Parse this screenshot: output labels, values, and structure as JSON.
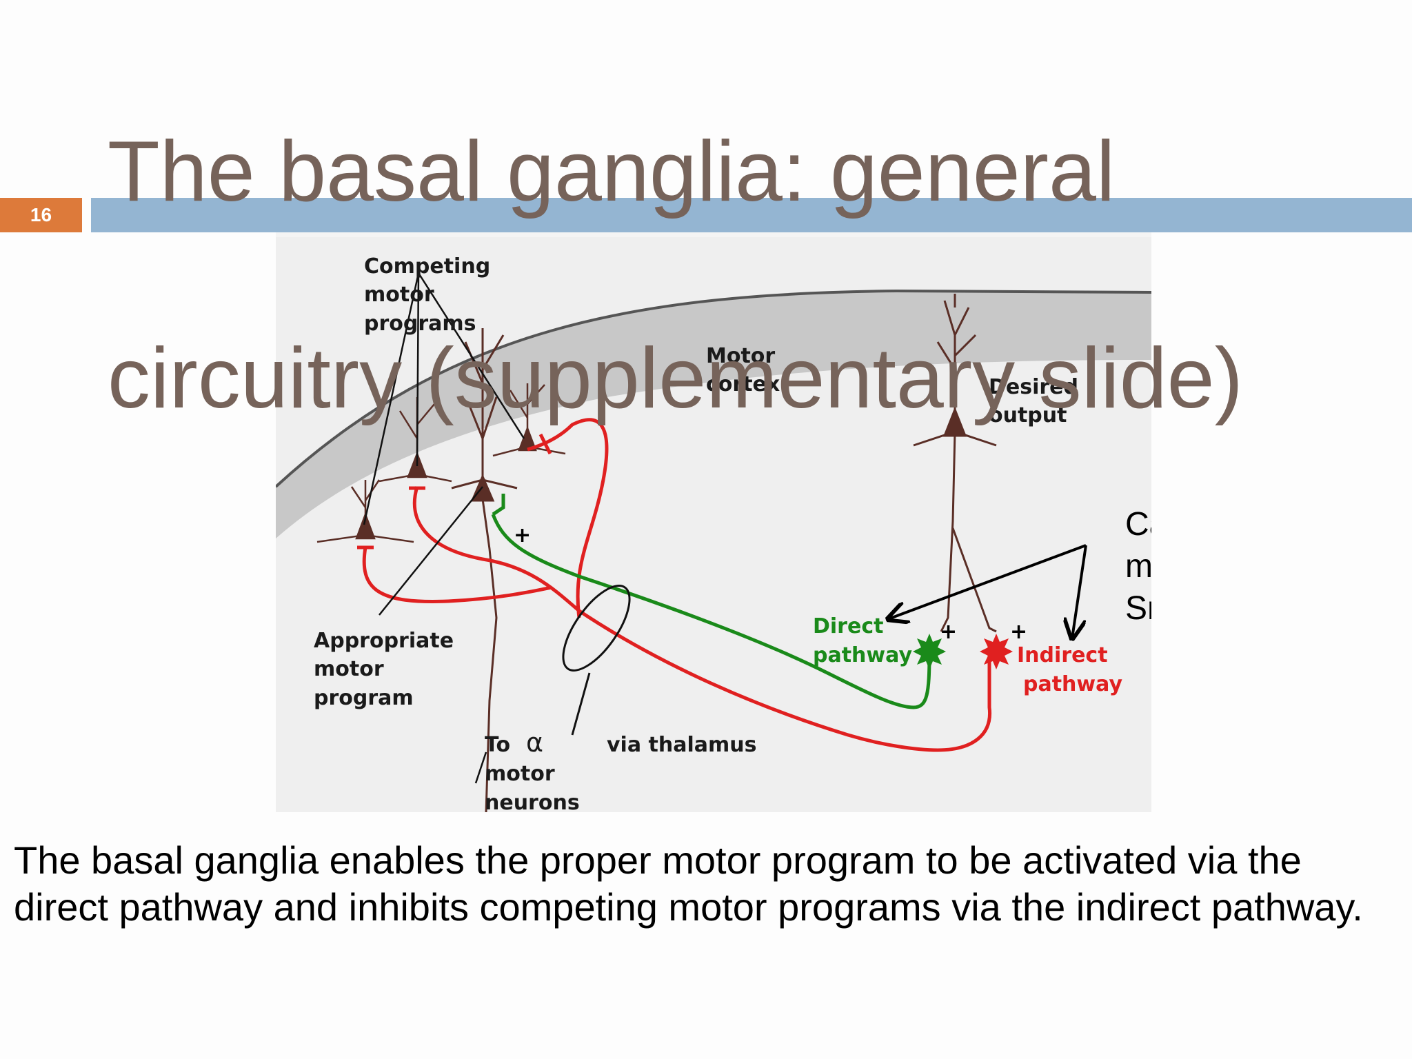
{
  "slide": {
    "number": "16",
    "title_line1": "The basal ganglia: general",
    "title_line2": "circuitry (supplementary slide)",
    "caption_line1": "The basal ganglia enables the proper motor program to be activated via the",
    "caption_line2": "direct pathway and inhibits competing motor programs via the indirect pathway."
  },
  "diagram": {
    "competing_1": "Competing",
    "competing_2": "motor",
    "competing_3": "programs",
    "motor_cortex_1": "Motor",
    "motor_cortex_2": "cortex",
    "desired_1": "Desired",
    "desired_2": "output",
    "appropriate_1": "Appropriate",
    "appropriate_2": "motor",
    "appropriate_3": "program",
    "to_alpha_1": "To",
    "alpha_symbol": "α",
    "to_alpha_2": "motor",
    "to_alpha_3": "neurons",
    "via_thalamus": "via thalamus",
    "direct_1": "Direct",
    "direct_2": "pathway",
    "indirect_1": "Indirect",
    "indirect_2": "pathway",
    "plus": "+",
    "snc_1": "Can be",
    "snc_2": "modulated by",
    "snc_3": "SnC",
    "colors": {
      "cortex": "#c8c8c8",
      "neuron": "#5a2e26",
      "direct": "#1a8a1a",
      "indirect": "#e02020"
    }
  }
}
